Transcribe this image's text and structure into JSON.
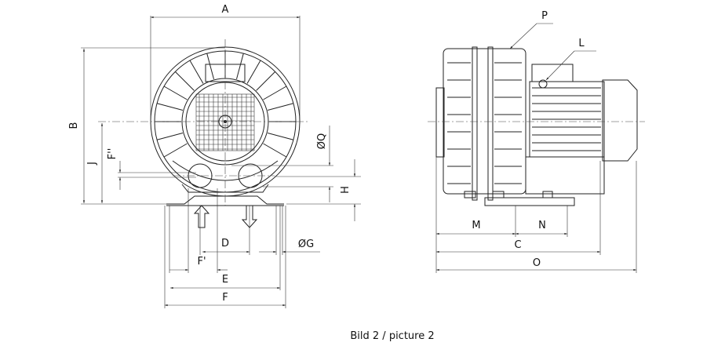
{
  "front_view": {
    "dimensions": [
      "A",
      "B",
      "J",
      "F''",
      "ØQ",
      "H",
      "D",
      "F'",
      "E",
      "F",
      "ØG"
    ]
  },
  "side_view": {
    "dimensions": [
      "P",
      "L",
      "M",
      "N",
      "C",
      "O"
    ]
  },
  "labels": {
    "A": "A",
    "B": "B",
    "J": "J",
    "F2": "F''",
    "Q": "ØQ",
    "H": "H",
    "D": "D",
    "F1": "F'",
    "E": "E",
    "F": "F",
    "G": "ØG",
    "P": "P",
    "L": "L",
    "M": "M",
    "N": "N",
    "C": "C",
    "O": "O"
  },
  "caption": "Bild 2 / picture 2"
}
